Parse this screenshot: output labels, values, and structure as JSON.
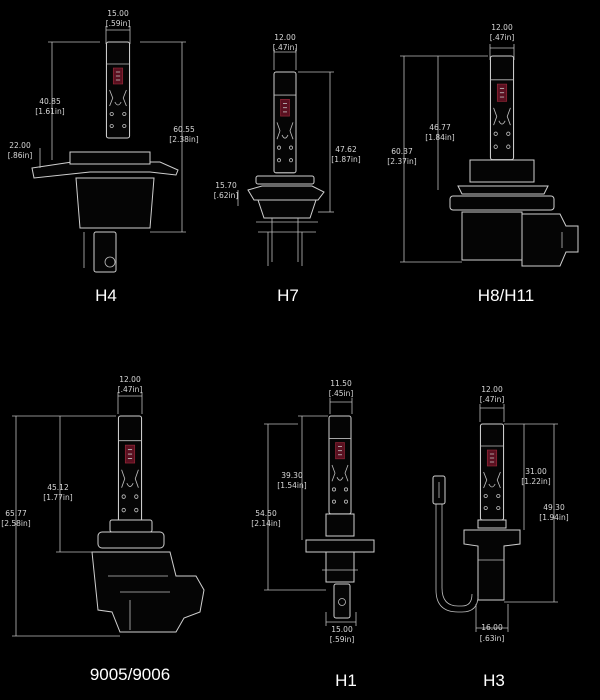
{
  "bulbs": [
    {
      "name": "H4",
      "dims": [
        {
          "top": "15.00",
          "bottom": "[.59in]"
        },
        {
          "top": "40.85",
          "bottom": "[1.61in]"
        },
        {
          "top": "22.00",
          "bottom": "[.86in]"
        },
        {
          "top": "60.55",
          "bottom": "[2.38in]"
        }
      ]
    },
    {
      "name": "H7",
      "dims": [
        {
          "top": "12.00",
          "bottom": "[.47in]"
        },
        {
          "top": "47.62",
          "bottom": "[1.87in]"
        },
        {
          "top": "15.70",
          "bottom": "[.62in]"
        }
      ]
    },
    {
      "name": "H8/H11",
      "dims": [
        {
          "top": "12.00",
          "bottom": "[.47in]"
        },
        {
          "top": "46.77",
          "bottom": "[1.84in]"
        },
        {
          "top": "60.37",
          "bottom": "[2.37in]"
        }
      ]
    },
    {
      "name": "9005/9006",
      "dims": [
        {
          "top": "12.00",
          "bottom": "[.47in]"
        },
        {
          "top": "45.12",
          "bottom": "[1.77in]"
        },
        {
          "top": "65.77",
          "bottom": "[2.58in]"
        }
      ]
    },
    {
      "name": "H1",
      "dims": [
        {
          "top": "11.50",
          "bottom": "[.45in]"
        },
        {
          "top": "39.30",
          "bottom": "[1.54in]"
        },
        {
          "top": "54.50",
          "bottom": "[2.14in]"
        },
        {
          "top": "15.00",
          "bottom": "[.59in]"
        }
      ]
    },
    {
      "name": "H3",
      "dims": [
        {
          "top": "12.00",
          "bottom": "[.47in]"
        },
        {
          "top": "31.00",
          "bottom": "[1.22in]"
        },
        {
          "top": "49.30",
          "bottom": "[1.94in]"
        },
        {
          "top": "16.00",
          "bottom": "[.63in]"
        }
      ]
    }
  ]
}
